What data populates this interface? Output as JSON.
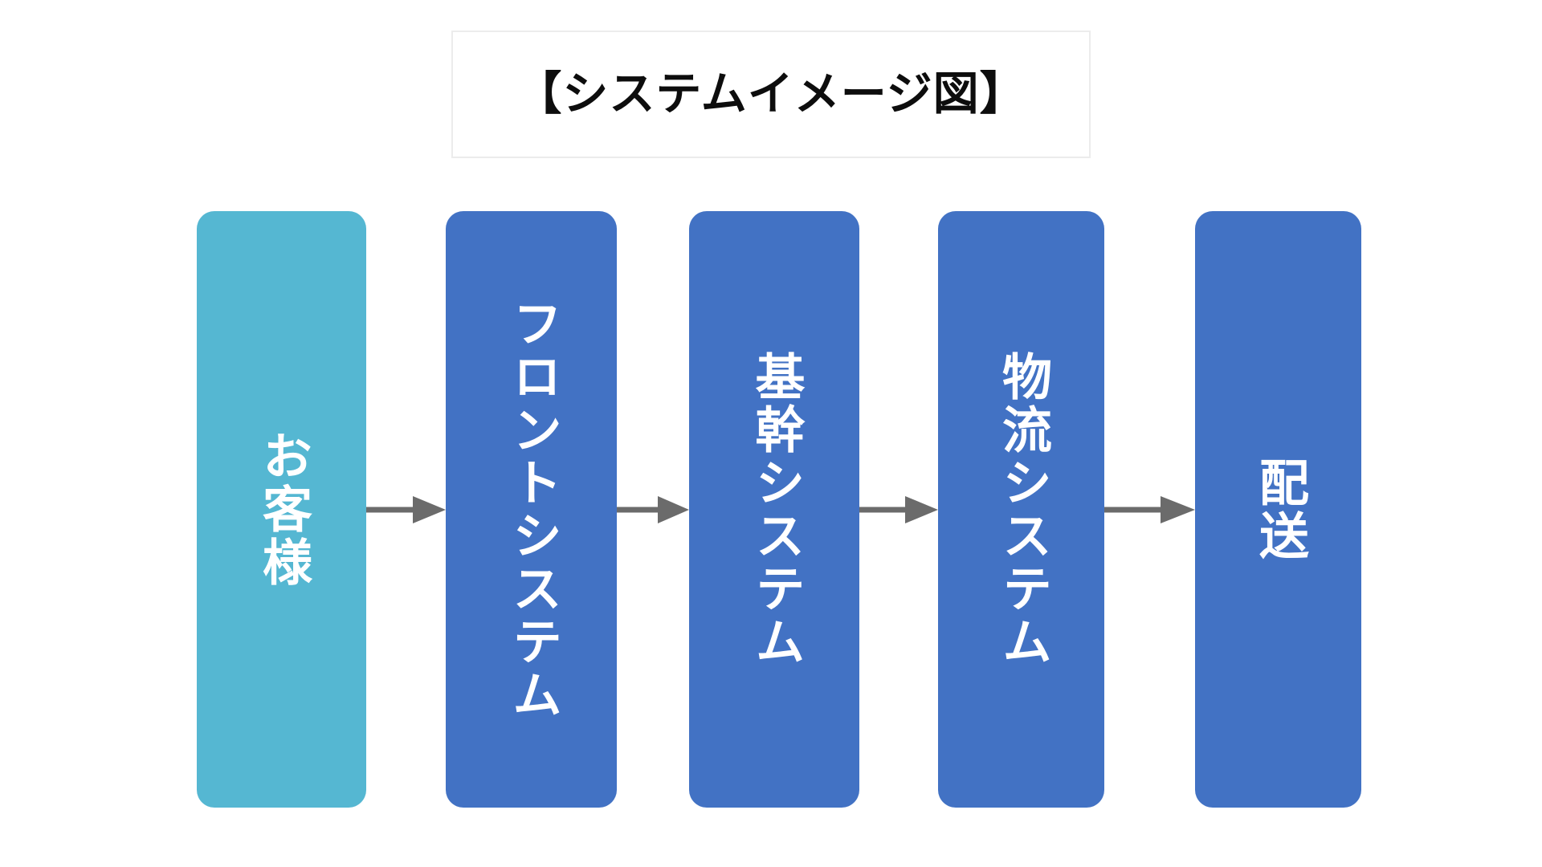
{
  "diagram": {
    "title": "【システムイメージ図】",
    "colors": {
      "customer_box": "#55B7D2",
      "system_box": "#4272C4",
      "arrow": "#6B6B6B",
      "label_text": "#FFFFFF",
      "title_text": "#0D0D0D",
      "title_border": "#ECECEC",
      "background": "#FFFFFF"
    },
    "orientation": "left-to-right",
    "text_direction": "vertical",
    "nodes": [
      {
        "id": "customer",
        "label": "お客様",
        "color": "#55B7D2"
      },
      {
        "id": "front-system",
        "label": "フロントシステム",
        "color": "#4272C4"
      },
      {
        "id": "core-system",
        "label": "基幹システム",
        "color": "#4272C4"
      },
      {
        "id": "logistics-system",
        "label": "物流システム",
        "color": "#4272C4"
      },
      {
        "id": "delivery",
        "label": "配送",
        "color": "#4272C4"
      }
    ],
    "connectors": [
      {
        "from": "customer",
        "to": "front-system",
        "type": "arrow"
      },
      {
        "from": "front-system",
        "to": "core-system",
        "type": "arrow"
      },
      {
        "from": "core-system",
        "to": "logistics-system",
        "type": "arrow"
      },
      {
        "from": "logistics-system",
        "to": "delivery",
        "type": "arrow"
      }
    ]
  }
}
